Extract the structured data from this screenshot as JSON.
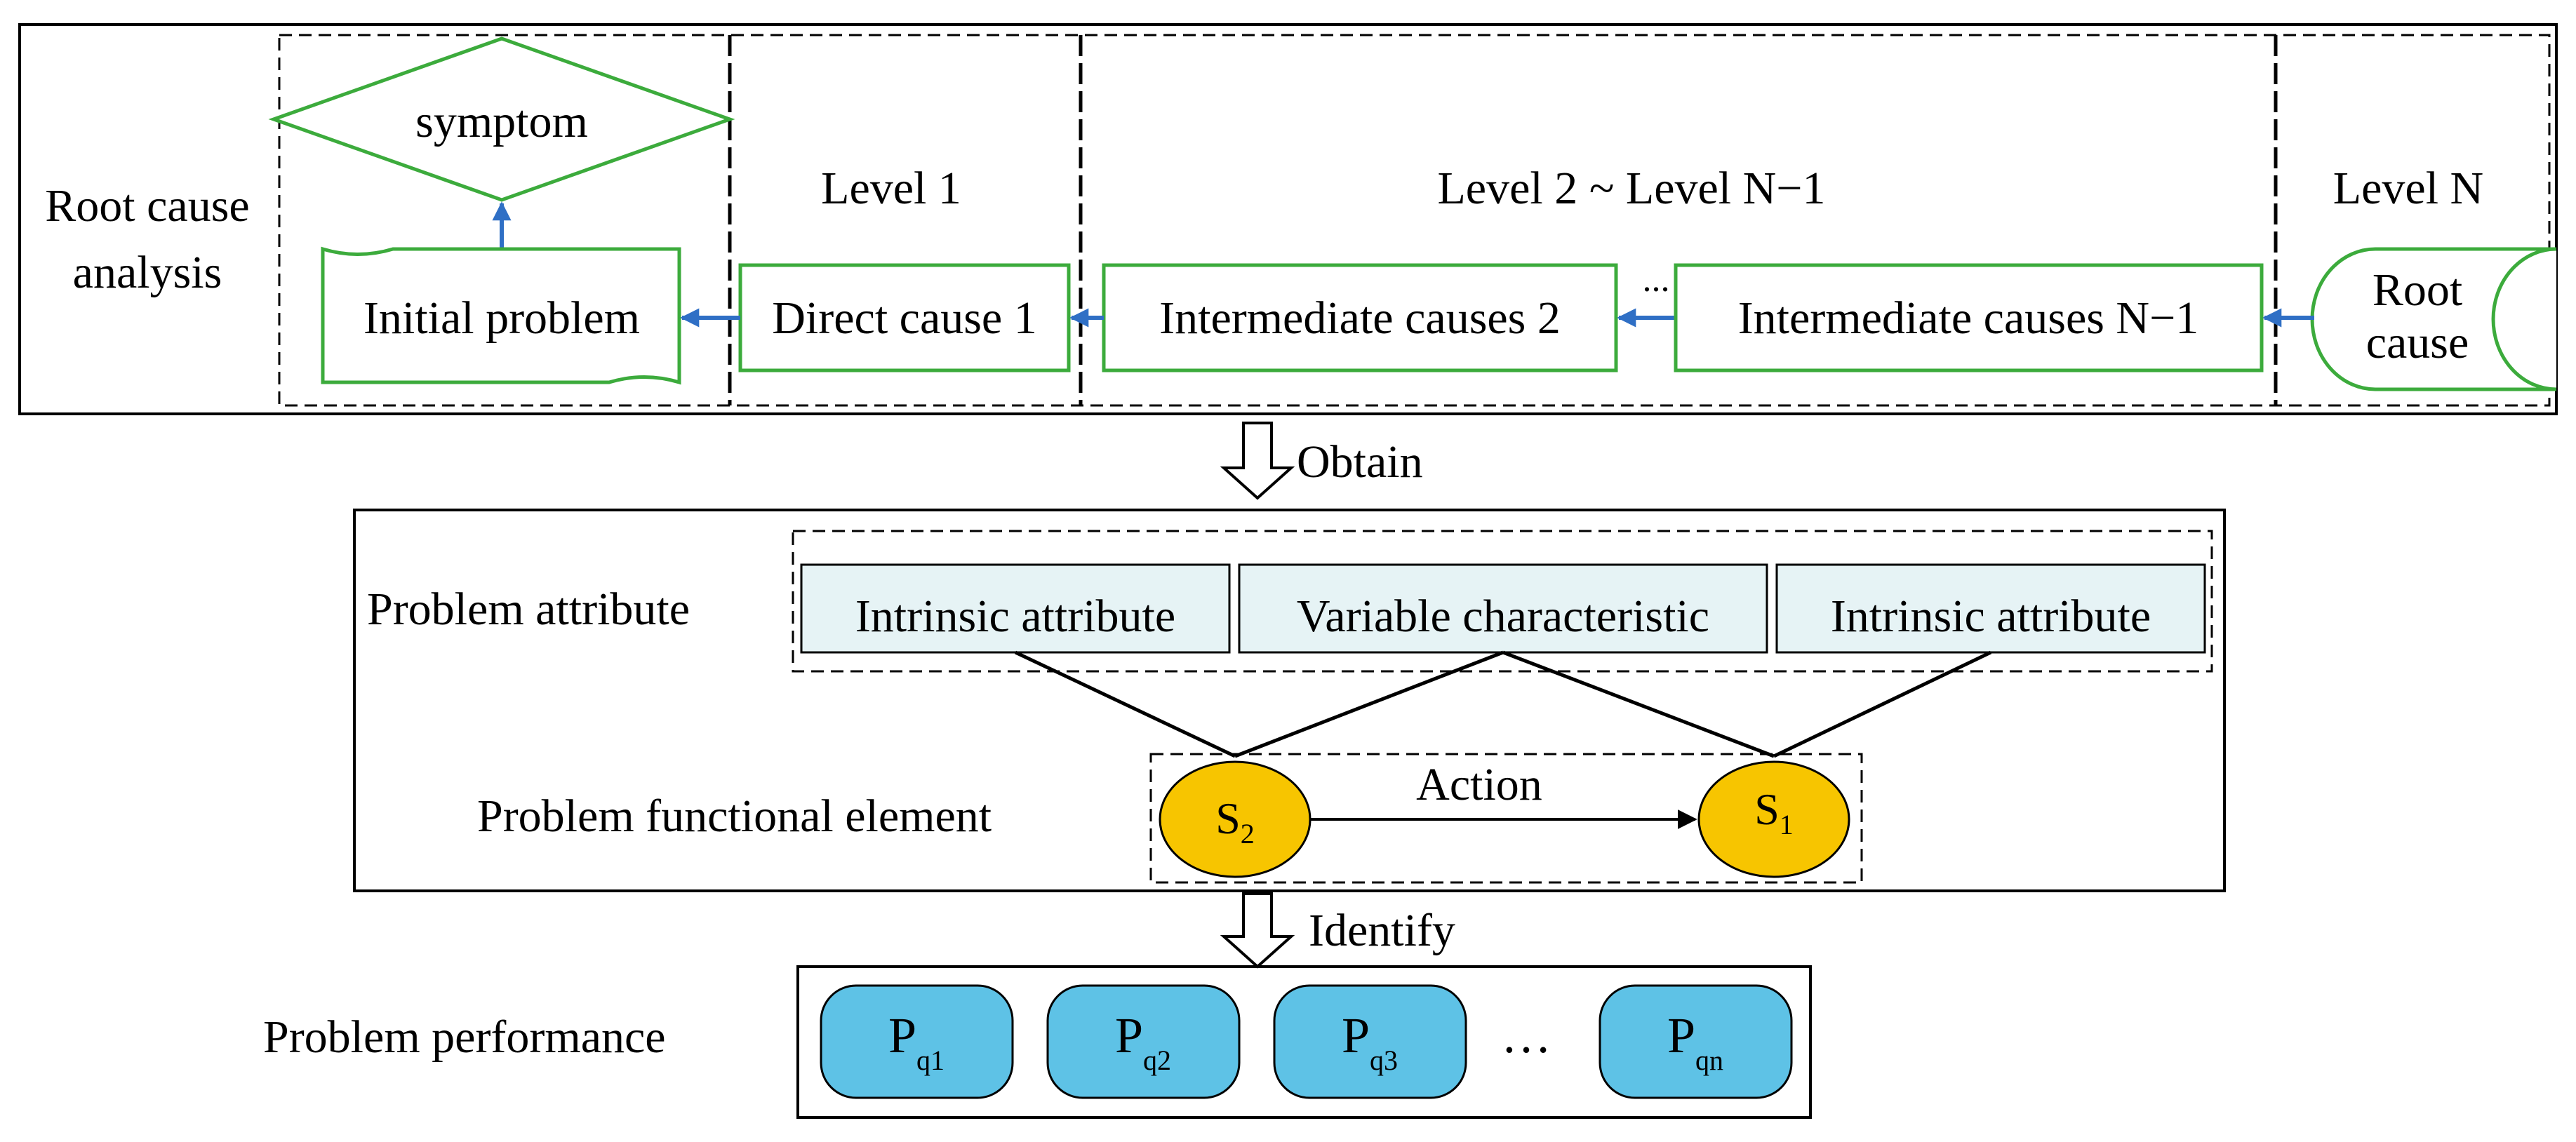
{
  "colors": {
    "green": "#3cab3c",
    "blue": "#2f6fc5",
    "light_blue_fill": "#e6f3f5",
    "yellow": "#f7c500",
    "sky": "#5ec2e6",
    "black": "#000000"
  },
  "root_cause_analysis": {
    "label_line1": "Root cause",
    "label_line2": "analysis",
    "symptom": "symptom",
    "initial_problem": "Initial problem",
    "level1_title": "Level 1",
    "direct_cause": "Direct cause 1",
    "level2_title": "Level 2 ~ Level N−1",
    "intermediate_2": "Intermediate causes 2",
    "ellipsis": "...",
    "intermediate_n1": "Intermediate causes N−1",
    "levelN_title": "Level N",
    "root_line1": "Root",
    "root_line2": "cause"
  },
  "obtain_label": "Obtain",
  "problem_attribute": {
    "label": "Problem attribute",
    "boxes": [
      "Intrinsic attribute",
      "Variable characteristic",
      "Intrinsic attribute"
    ]
  },
  "functional_element": {
    "label": "Problem functional element",
    "s2": {
      "letter": "S",
      "sub": "2"
    },
    "s1": {
      "letter": "S",
      "sub": "1"
    },
    "action": "Action"
  },
  "identify_label": "Identify",
  "problem_performance": {
    "label": "Problem performance",
    "items": [
      {
        "letter": "P",
        "sub": "q1"
      },
      {
        "letter": "P",
        "sub": "q2"
      },
      {
        "letter": "P",
        "sub": "q3"
      },
      {
        "letter": "P",
        "sub": "qn"
      }
    ],
    "ellipsis": "…"
  }
}
